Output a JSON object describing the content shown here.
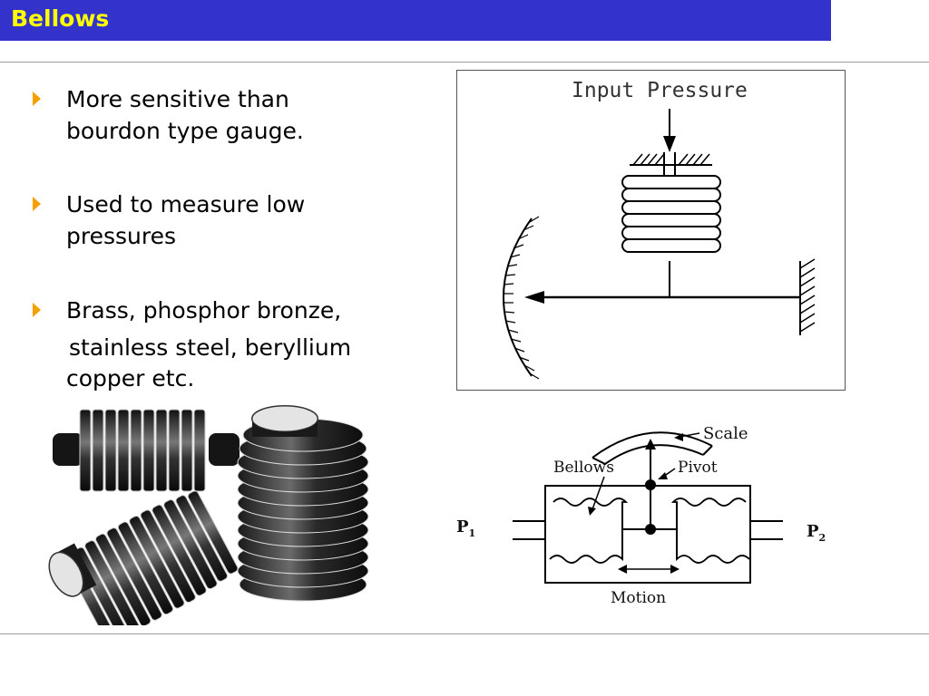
{
  "slide": {
    "title": "Bellows",
    "title_bar_color": "#3333cc",
    "title_text_color": "#ffff00",
    "bullet_color": "#f4a000"
  },
  "bullets": [
    {
      "lines": [
        "More sensitive than",
        "bourdon type gauge."
      ]
    },
    {
      "lines": [
        "Used to measure low",
        "pressures"
      ]
    },
    {
      "lines": [
        "Brass, phosphor bronze,",
        "stainless steel, beryllium",
        "copper etc."
      ]
    }
  ],
  "diagram1": {
    "label": "Input Pressure"
  },
  "diagram2": {
    "labels": {
      "scale": "Scale",
      "bellows": "Bellows",
      "pivot": "Pivot",
      "p1": "P",
      "p1_sub": "1",
      "p2": "P",
      "p2_sub": "2",
      "motion": "Motion"
    }
  },
  "photo": {
    "icon": "metal-bellows-photo"
  }
}
